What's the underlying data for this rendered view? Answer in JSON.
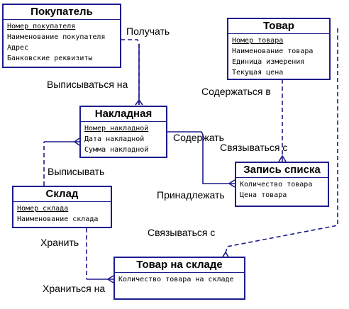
{
  "entities": {
    "customer": {
      "title": "Покупатель",
      "attrs": [
        "Номер покупателя",
        "Наименование покупателя",
        "Адрес",
        "Банковские реквизиты"
      ]
    },
    "product": {
      "title": "Товар",
      "attrs": [
        "Номер товара",
        "Наименование товара",
        "Единица измерения",
        "Текущая цена"
      ]
    },
    "invoice": {
      "title": "Накладная",
      "attrs": [
        "Номер накладной",
        "Дата накладной",
        "Сумма накладной"
      ]
    },
    "list_entry": {
      "title": "Запись списка",
      "attrs": [
        "Количество товара",
        "Цена товара"
      ]
    },
    "warehouse": {
      "title": "Склад",
      "attrs": [
        "Номер склада",
        "Наименование склада"
      ]
    },
    "stock": {
      "title": "Товар на складе",
      "attrs": [
        "Количество товара на складе"
      ]
    }
  },
  "relationships": {
    "poluchat": "Получать",
    "vypisyvatsya_na": "Выписываться на",
    "soderzhatsya_v": "Содержаться в",
    "soderzhat": "Содержать",
    "svyazyvatsya_s_1": "Связываться с",
    "vypisyvat": "Выписывать",
    "prinadlezhat": "Принадлежать",
    "svyazyvatsya_s_2": "Связываться с",
    "hranit": "Хранить",
    "hranitsya_na": "Храниться на"
  },
  "colors": {
    "line": "#1c1c8c",
    "text": "#000000",
    "background": "#ffffff"
  }
}
